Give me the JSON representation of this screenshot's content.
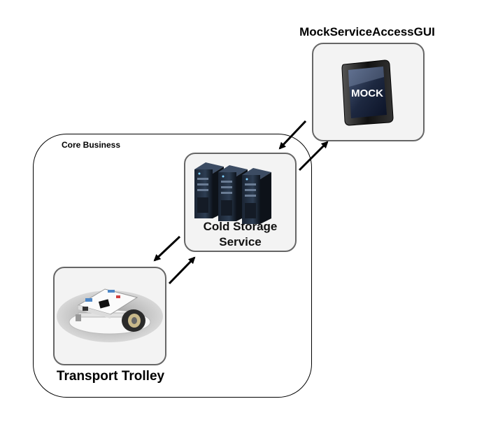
{
  "container": {
    "label": "Core Business"
  },
  "nodes": {
    "mock_gui": {
      "title": "MockServiceAccessGUI",
      "screen_text": "MOCK",
      "icon": "tablet-icon"
    },
    "cold_storage": {
      "title_line1": "Cold Storage",
      "title_line2": "Service",
      "icon": "server-rack-icon"
    },
    "trolley": {
      "title": "Transport Trolley",
      "icon": "robot-car-icon"
    }
  }
}
